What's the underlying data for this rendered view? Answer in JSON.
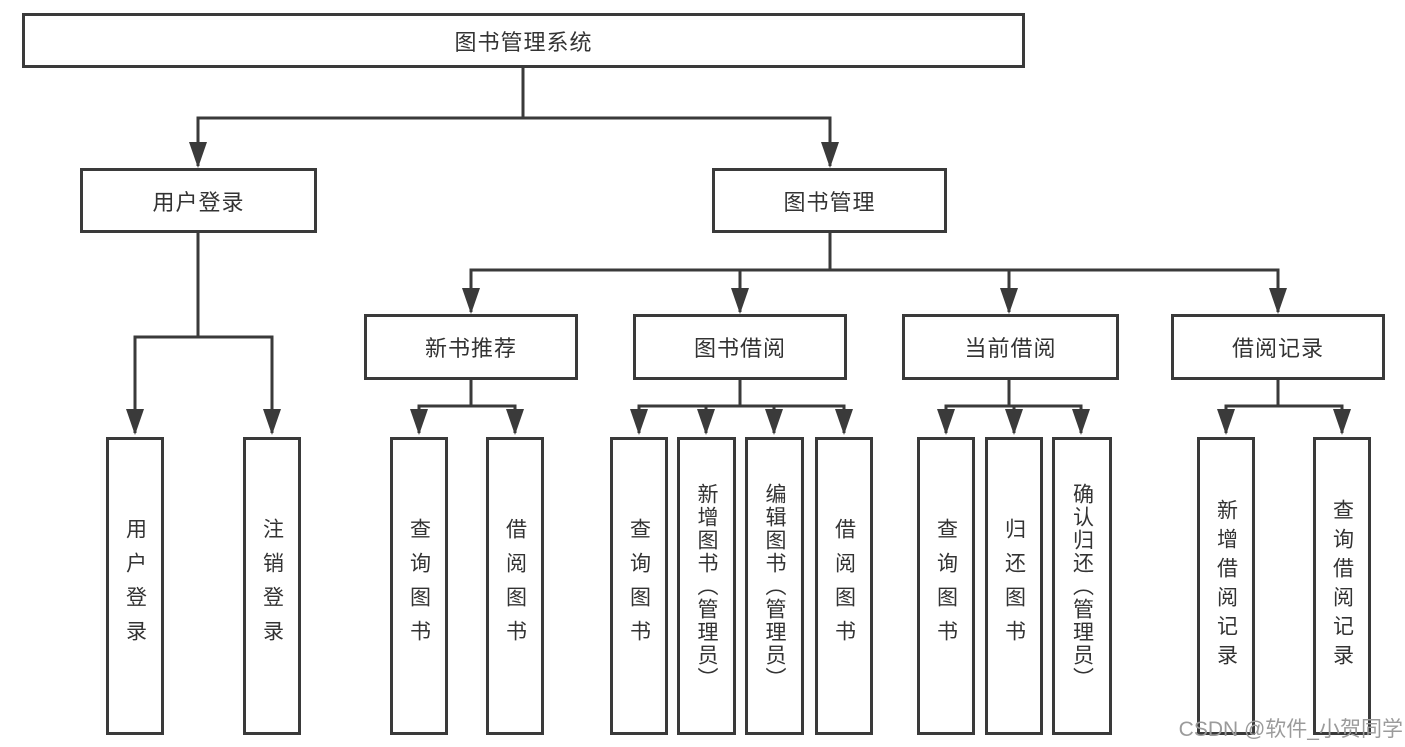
{
  "nodes": {
    "root": "图书管理系统",
    "user_login": "用户登录",
    "book_mgmt": "图书管理",
    "new_book": "新书推荐",
    "book_borrow": "图书借阅",
    "current_borrow": "当前借阅",
    "borrow_records": "借阅记录",
    "leaves": {
      "user_login": [
        "用户登录",
        "注销登录"
      ],
      "new_book": [
        "查询图书",
        "借阅图书"
      ],
      "book_borrow": [
        "查询图书",
        "新增图书（管理员）",
        "编辑图书（管理员）",
        "借阅图书"
      ],
      "current_borrow": [
        "查询图书",
        "归还图书",
        "确认归还（管理员）"
      ],
      "borrow_records": [
        "新增借阅记录",
        "查询借阅记录"
      ]
    }
  },
  "watermark": {
    "text": "CSDN @软件_小贺同学"
  },
  "colors": {
    "line": "#3a3a3a",
    "text": "#333333",
    "background": "#ffffff",
    "watermark": "#9b9b9b"
  }
}
